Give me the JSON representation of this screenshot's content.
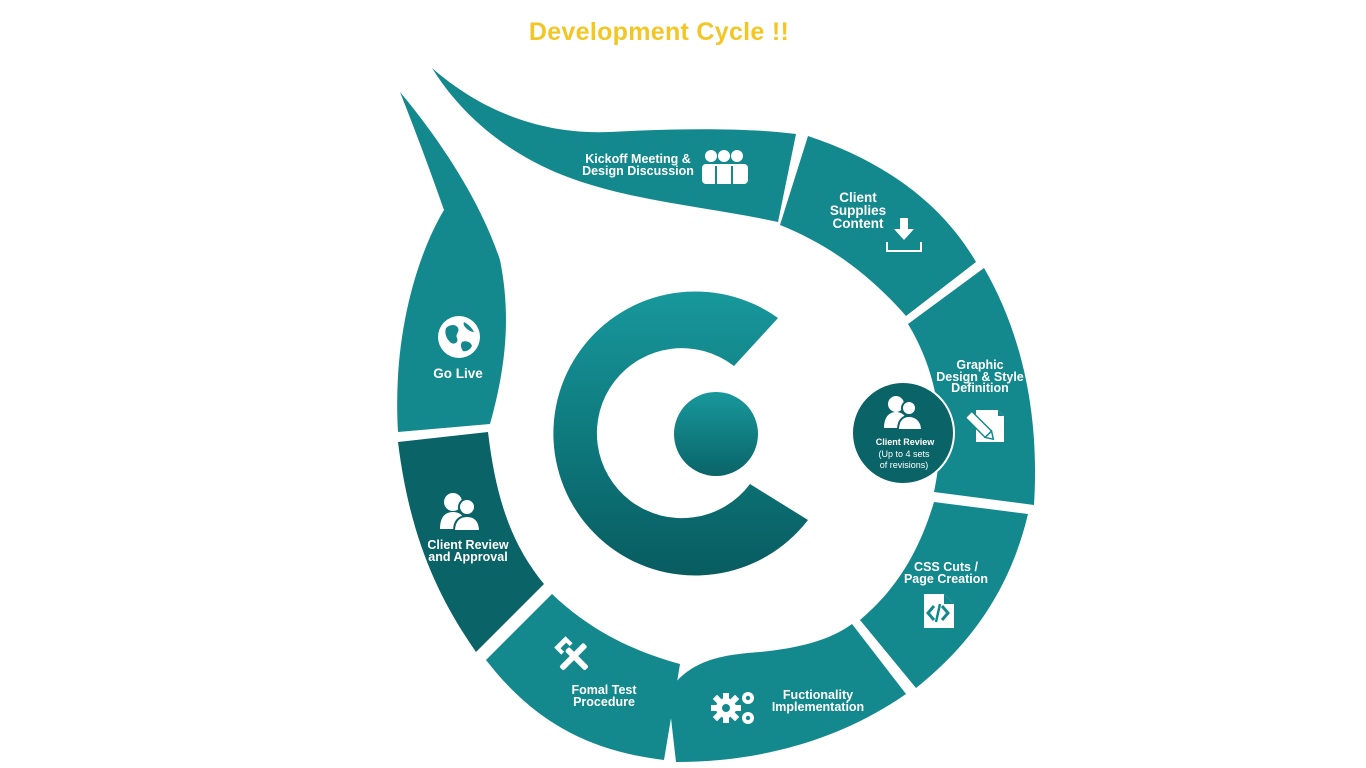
{
  "title": "Development Cycle !!",
  "colors": {
    "title": "#f2c624",
    "teal": "#13898d",
    "teal_dark": "#0a6367",
    "white": "#ffffff"
  },
  "steps": [
    {
      "id": "kickoff",
      "lines": [
        "Kickoff Meeting &",
        "Design Discussion"
      ],
      "icon": "users-group-icon"
    },
    {
      "id": "content",
      "lines": [
        "Client",
        "Supplies",
        "Content"
      ],
      "icon": "download-icon"
    },
    {
      "id": "graphic",
      "lines": [
        "Graphic",
        "Design & Style",
        "Definition"
      ],
      "icon": "pencil-document-icon"
    },
    {
      "id": "css",
      "lines": [
        "CSS Cuts /",
        "Page Creation"
      ],
      "icon": "code-file-icon"
    },
    {
      "id": "functionality",
      "lines": [
        "Fuctionality",
        "Implementation"
      ],
      "icon": "gears-icon"
    },
    {
      "id": "testing",
      "lines": [
        "Fomal Test",
        "Procedure"
      ],
      "icon": "tools-icon"
    },
    {
      "id": "approval",
      "lines": [
        "Client Review",
        "and Approval"
      ],
      "icon": "users-pair-icon"
    },
    {
      "id": "golive",
      "lines": [
        "Go Live"
      ],
      "icon": "globe-icon"
    }
  ],
  "review_badge": {
    "title": "Client Review",
    "lines": [
      "(Up to 4 sets",
      "of revisions)"
    ],
    "icon": "users-pair-icon"
  },
  "center_logo": "letter-c-logo"
}
